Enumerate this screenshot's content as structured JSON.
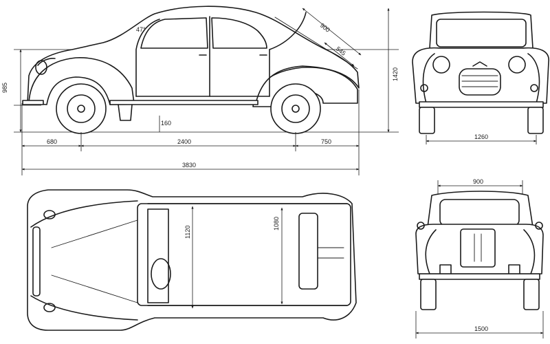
{
  "drawing": {
    "side_view": {
      "angle": "47°",
      "door_top": "900",
      "door_inner": "545",
      "height_left": "985",
      "height_total": "1420",
      "ground": "160",
      "front_overhang": "680",
      "wheelbase": "2400",
      "rear_overhang": "750",
      "overall_length": "3830"
    },
    "front_view": {
      "track": "1260"
    },
    "rear_view": {
      "roof_width": "900",
      "overall_width": "1500"
    },
    "top_view": {
      "inner_front": "1120",
      "inner_rear": "1080"
    }
  }
}
